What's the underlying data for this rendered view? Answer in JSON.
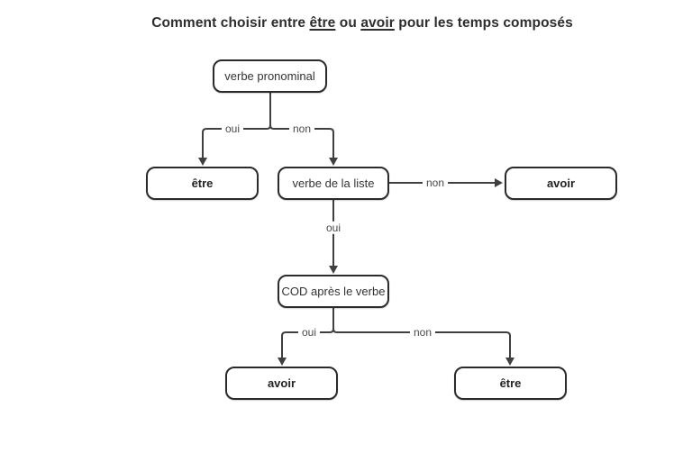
{
  "title": {
    "prefix": "Comment choisir entre ",
    "etre_underlined": "être",
    "middle": " ou ",
    "avoir_underlined": "avoir",
    "suffix": " pour les temps composés"
  },
  "nodes": {
    "verbe_pronominal": {
      "label": "verbe pronominal"
    },
    "etre_top": {
      "label": "être"
    },
    "verbe_de_la_liste": {
      "label": "verbe de la liste"
    },
    "avoir_right": {
      "label": "avoir"
    },
    "cod_apres_le_verbe": {
      "label": "COD après le verbe"
    },
    "avoir_bottom": {
      "label": "avoir"
    },
    "etre_bottom": {
      "label": "être"
    }
  },
  "edge_labels": {
    "pronominal_oui": "oui",
    "pronominal_non": "non",
    "liste_oui": "oui",
    "liste_non": "non",
    "cod_oui": "oui",
    "cod_non": "non"
  },
  "colors": {
    "background": "#ffffff",
    "line": "#404040",
    "box_border": "#2b2b2b",
    "box_text": "#333333",
    "result_text": "#222222",
    "edge_label_text": "#4a4a4a",
    "title_text": "#2d2d2d"
  }
}
